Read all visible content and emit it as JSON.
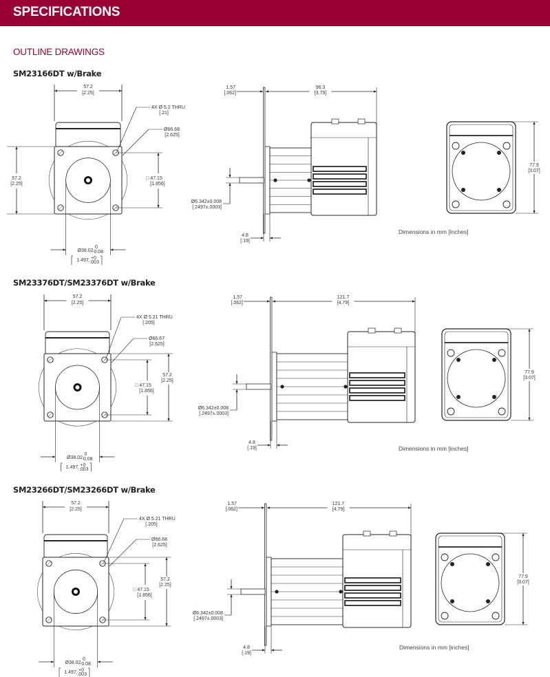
{
  "header": {
    "title": "SPECIFICATIONS",
    "bar_color": "#990033"
  },
  "section": {
    "title": "OUTLINE DRAWINGS",
    "title_color": "#990033"
  },
  "drawings": [
    {
      "model": "SM23166DT w/Brake",
      "front": {
        "width_mm": "57.2",
        "width_in": "[2.25]",
        "height_mm": "57.2",
        "height_in": "[2.25]",
        "holes_mm": "4X Ø 5.2 THRU",
        "holes_in": "[.21]",
        "bolt_circle_mm": "Ø66.68",
        "bolt_circle_in": "[2.625]",
        "square_mm": "□ 47.15",
        "square_in": "[1.856]",
        "pilot_mm": "Ø38.02",
        "pilot_tol_mm_upper": "0",
        "pilot_tol_mm_lower": "-0.08",
        "pilot_in": "1.497",
        "pilot_tol_in_upper": "+0",
        "pilot_tol_in_lower": "-.003"
      },
      "side": {
        "flange_mm": "1.57",
        "flange_in": "[.062]",
        "length_mm": "96.3",
        "length_in": "[3.79]",
        "shaft_mm": "Ø6.342±0.008",
        "shaft_in": "[.2497±.0003]",
        "pilot_depth_mm": "4.8",
        "pilot_depth_in": "[.19]"
      },
      "rear": {
        "height_mm": "77.9",
        "height_in": "[3.07]"
      },
      "note": "Dimensions in mm [inches]"
    },
    {
      "model": "SM23376DT/SM23376DT w/Brake",
      "front": {
        "width_mm": "57.2",
        "width_in": "[2.25]",
        "height_mm": "57.2",
        "height_in": "[2.25]",
        "holes_mm": "4X Ø 5.21 THRU",
        "holes_in": "[.205]",
        "bolt_circle_mm": "Ø66.67",
        "bolt_circle_in": "[2.625]",
        "square_mm": "□ 47.15",
        "square_in": "[1.856]",
        "pilot_mm": "Ø38.02",
        "pilot_tol_mm_upper": "0",
        "pilot_tol_mm_lower": "-0.08",
        "pilot_in": "1.497",
        "pilot_tol_in_upper": "+0",
        "pilot_tol_in_lower": "-.003"
      },
      "side": {
        "flange_mm": "1.57",
        "flange_in": "[.062]",
        "length_mm": "121.7",
        "length_in": "[4.79]",
        "shaft_mm": "Ø6.342±0.008",
        "shaft_in": "[.2497±.0003]",
        "pilot_depth_mm": "4.8",
        "pilot_depth_in": "[.19]"
      },
      "rear": {
        "height_mm": "77.9",
        "height_in": "[3.07]"
      },
      "note": "Dimensions in mm [inches]"
    },
    {
      "model": "SM23266DT/SM23266DT w/Brake",
      "front": {
        "width_mm": "57.2",
        "width_in": "[2.25]",
        "height_mm": "57.2",
        "height_in": "[2.25]",
        "holes_mm": "4X Ø 5.21 THRU",
        "holes_in": "[.205]",
        "bolt_circle_mm": "Ø66.68",
        "bolt_circle_in": "[2.625]",
        "square_mm": "□ 47.15",
        "square_in": "[1.856]",
        "pilot_mm": "Ø38.02",
        "pilot_tol_mm_upper": "0",
        "pilot_tol_mm_lower": "-0.08",
        "pilot_in": "1.497",
        "pilot_tol_in_upper": "+0",
        "pilot_tol_in_lower": "-.003"
      },
      "side": {
        "flange_mm": "1.57",
        "flange_in": "[.062]",
        "length_mm": "121.7",
        "length_in": "[4.79]",
        "shaft_mm": "Ø6.342±0.008",
        "shaft_in": "[.2497±.0003]",
        "pilot_depth_mm": "4.8",
        "pilot_depth_in": "[.19]"
      },
      "rear": {
        "height_mm": "77.9",
        "height_in": "[3.07]"
      },
      "note": "Dimensions in mm [inches]"
    }
  ]
}
